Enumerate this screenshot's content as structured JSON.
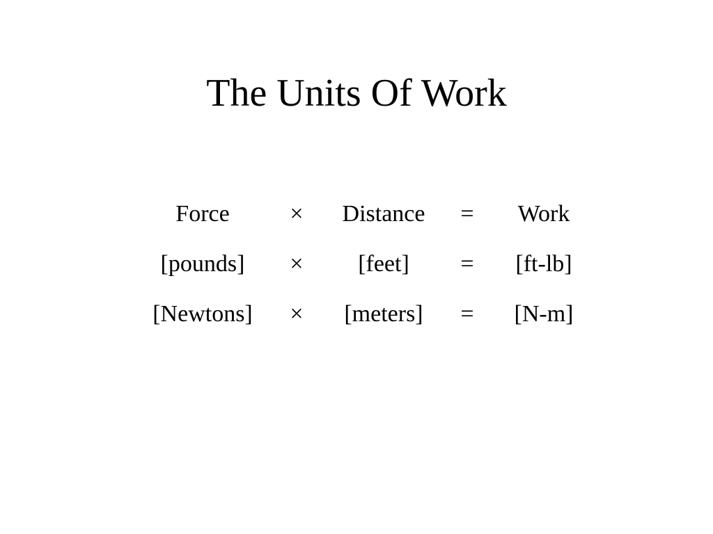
{
  "slide": {
    "title": "The Units Of Work"
  },
  "table": {
    "rows": [
      {
        "force": "Force",
        "times": "×",
        "distance": "Distance",
        "equals": "=",
        "work": "Work"
      },
      {
        "force": "[pounds]",
        "times": "×",
        "distance": "[feet]",
        "equals": "=",
        "work": "[ft-lb]"
      },
      {
        "force": "[Newtons]",
        "times": "×",
        "distance": "[meters]",
        "equals": "=",
        "work": "[N-m]"
      }
    ]
  }
}
